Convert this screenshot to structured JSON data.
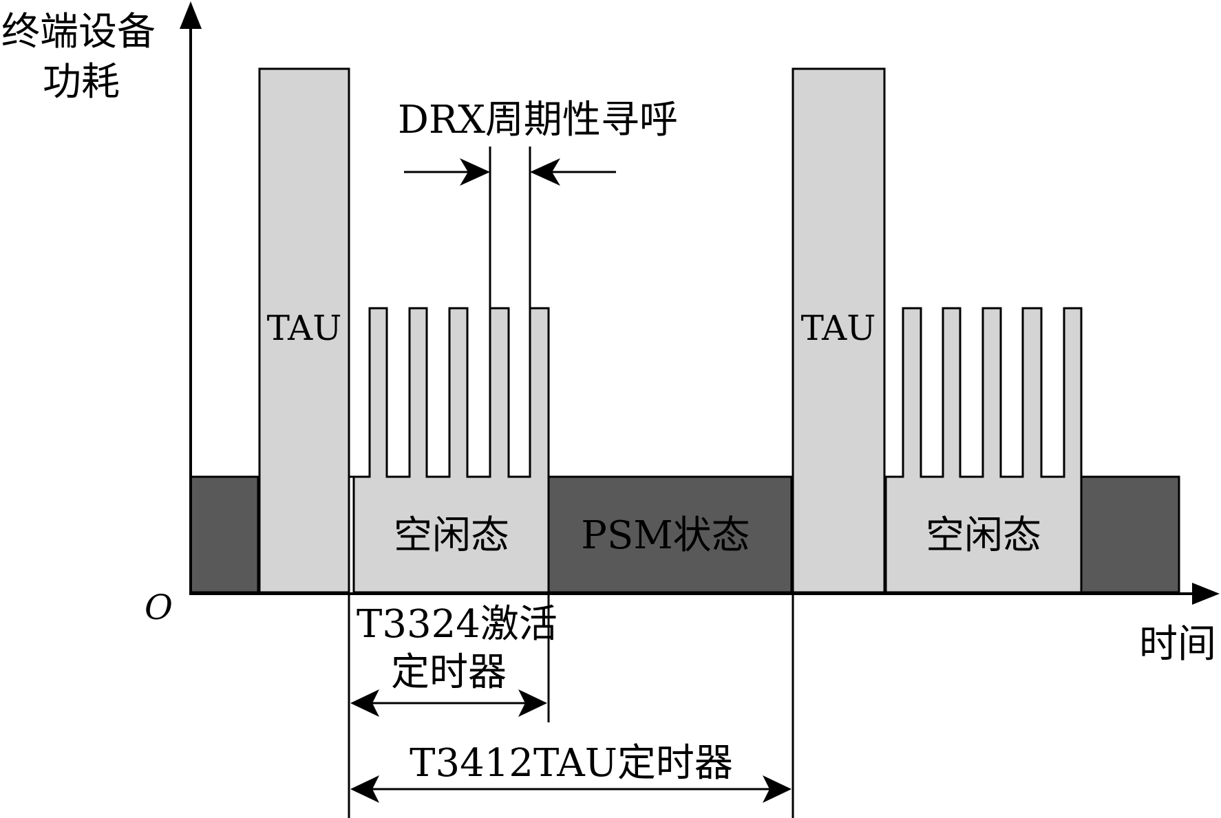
{
  "y_axis_label": [
    "终端设备",
    "功耗"
  ],
  "x_axis_label": "时间",
  "origin_label": "O",
  "tau_label": "TAU",
  "idle_label": "空闲态",
  "psm_label": "PSM状态",
  "drx_label": "DRX周期性寻呼",
  "t3324_label": [
    "T3324激活",
    "定时器"
  ],
  "t3412_label": "T3412TAU定时器",
  "colors": {
    "psm_fill": "#595959",
    "active_fill": "#d4d4d4",
    "stroke": "#000000"
  },
  "icons": {
    "axis_arrow": "solid-triangle-arrowhead",
    "dimension_arrow": "double-headed-arrow"
  }
}
